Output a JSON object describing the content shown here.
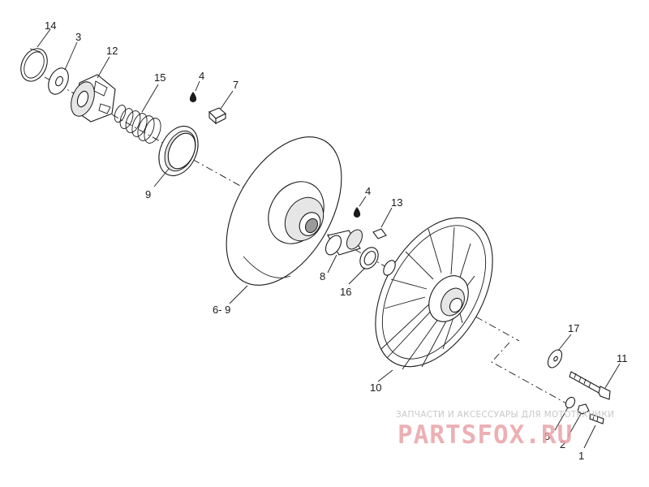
{
  "diagram": {
    "callouts": {
      "p14": "14",
      "p3": "3",
      "p12": "12",
      "p15": "15",
      "p4a": "4",
      "p7": "7",
      "p9": "9",
      "p69": "6- 9",
      "p4b": "4",
      "p13": "13",
      "p8": "8",
      "p16": "16",
      "p10": "10",
      "p17": "17",
      "p11": "11",
      "p5": "5",
      "p2": "2",
      "p1": "1"
    }
  },
  "watermark": {
    "caption": "ЗАПЧАСТИ И АКСЕССУАРЫ ДЛЯ МОТОТЕХНИКИ",
    "logo": "PARTSFOX.RU",
    "logo_color": "#e9a3a7"
  }
}
